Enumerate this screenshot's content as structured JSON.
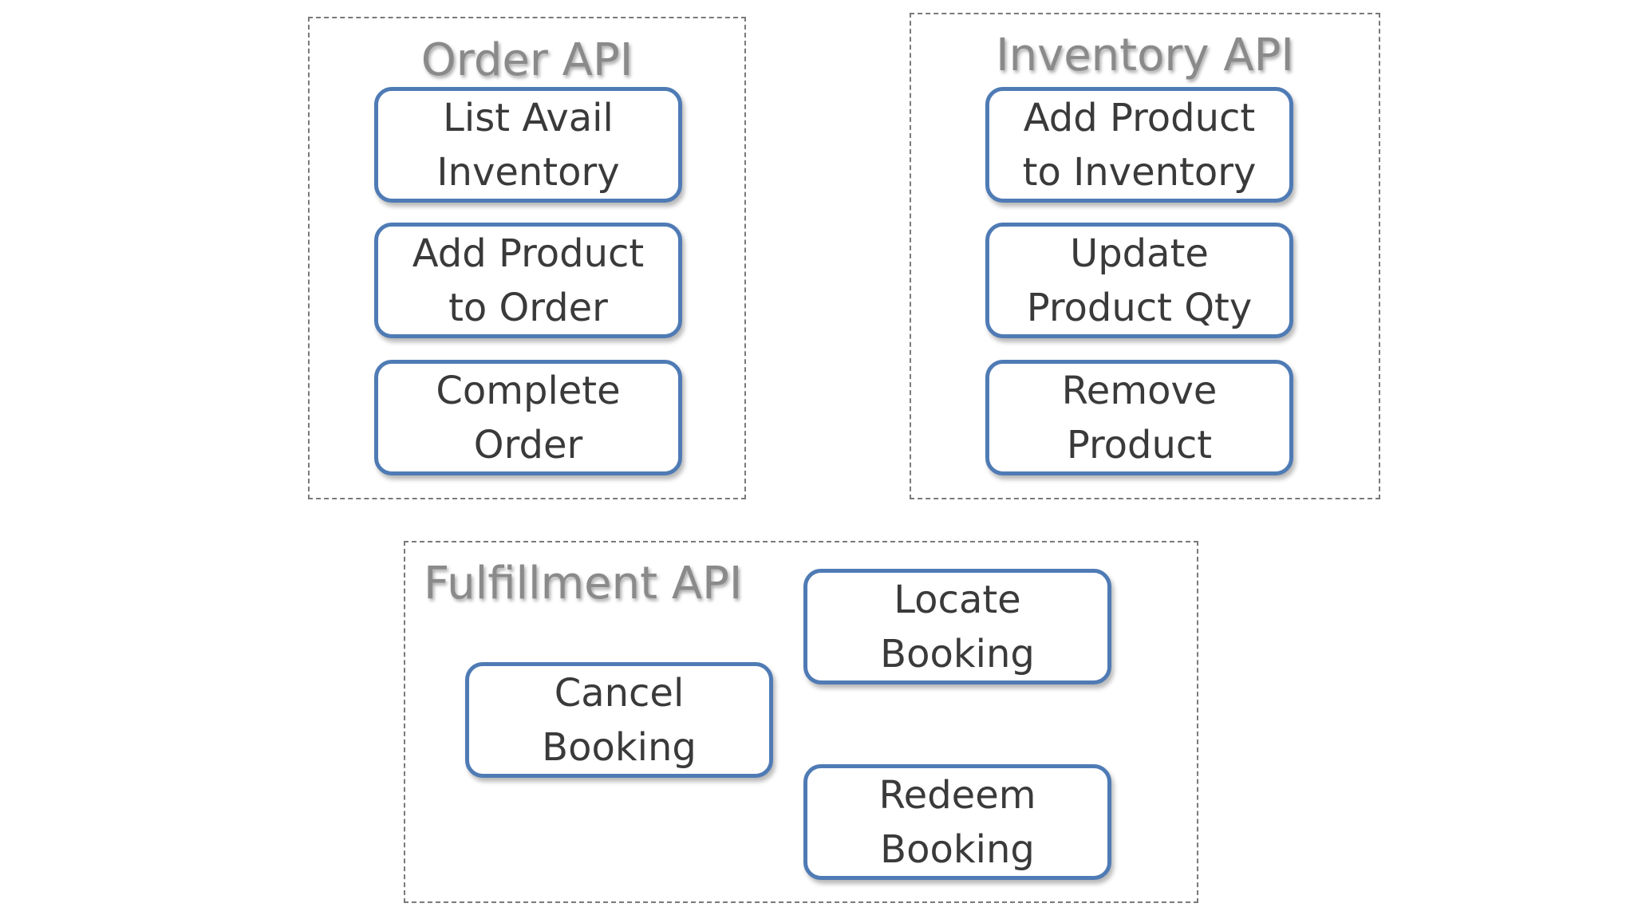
{
  "order_api": {
    "title": "Order API",
    "items": [
      {
        "line1": "List Avail",
        "line2": "Inventory"
      },
      {
        "line1": "Add Product",
        "line2": "to Order"
      },
      {
        "line1": "Complete",
        "line2": "Order"
      }
    ]
  },
  "inventory_api": {
    "title": "Inventory API",
    "items": [
      {
        "line1": "Add Product",
        "line2": "to Inventory"
      },
      {
        "line1": "Update",
        "line2": "Product Qty"
      },
      {
        "line1": "Remove",
        "line2": "Product"
      }
    ]
  },
  "fulfillment_api": {
    "title": "Fulfillment API",
    "items": [
      {
        "line1": "Locate",
        "line2": "Booking"
      },
      {
        "line1": "Cancel",
        "line2": "Booking"
      },
      {
        "line1": "Redeem",
        "line2": "Booking"
      }
    ]
  },
  "colors": {
    "box_border": "#4f7bb5",
    "group_border": "#7a7a7a",
    "title_text": "#8a8a8a",
    "item_text": "#3a3a3a"
  }
}
